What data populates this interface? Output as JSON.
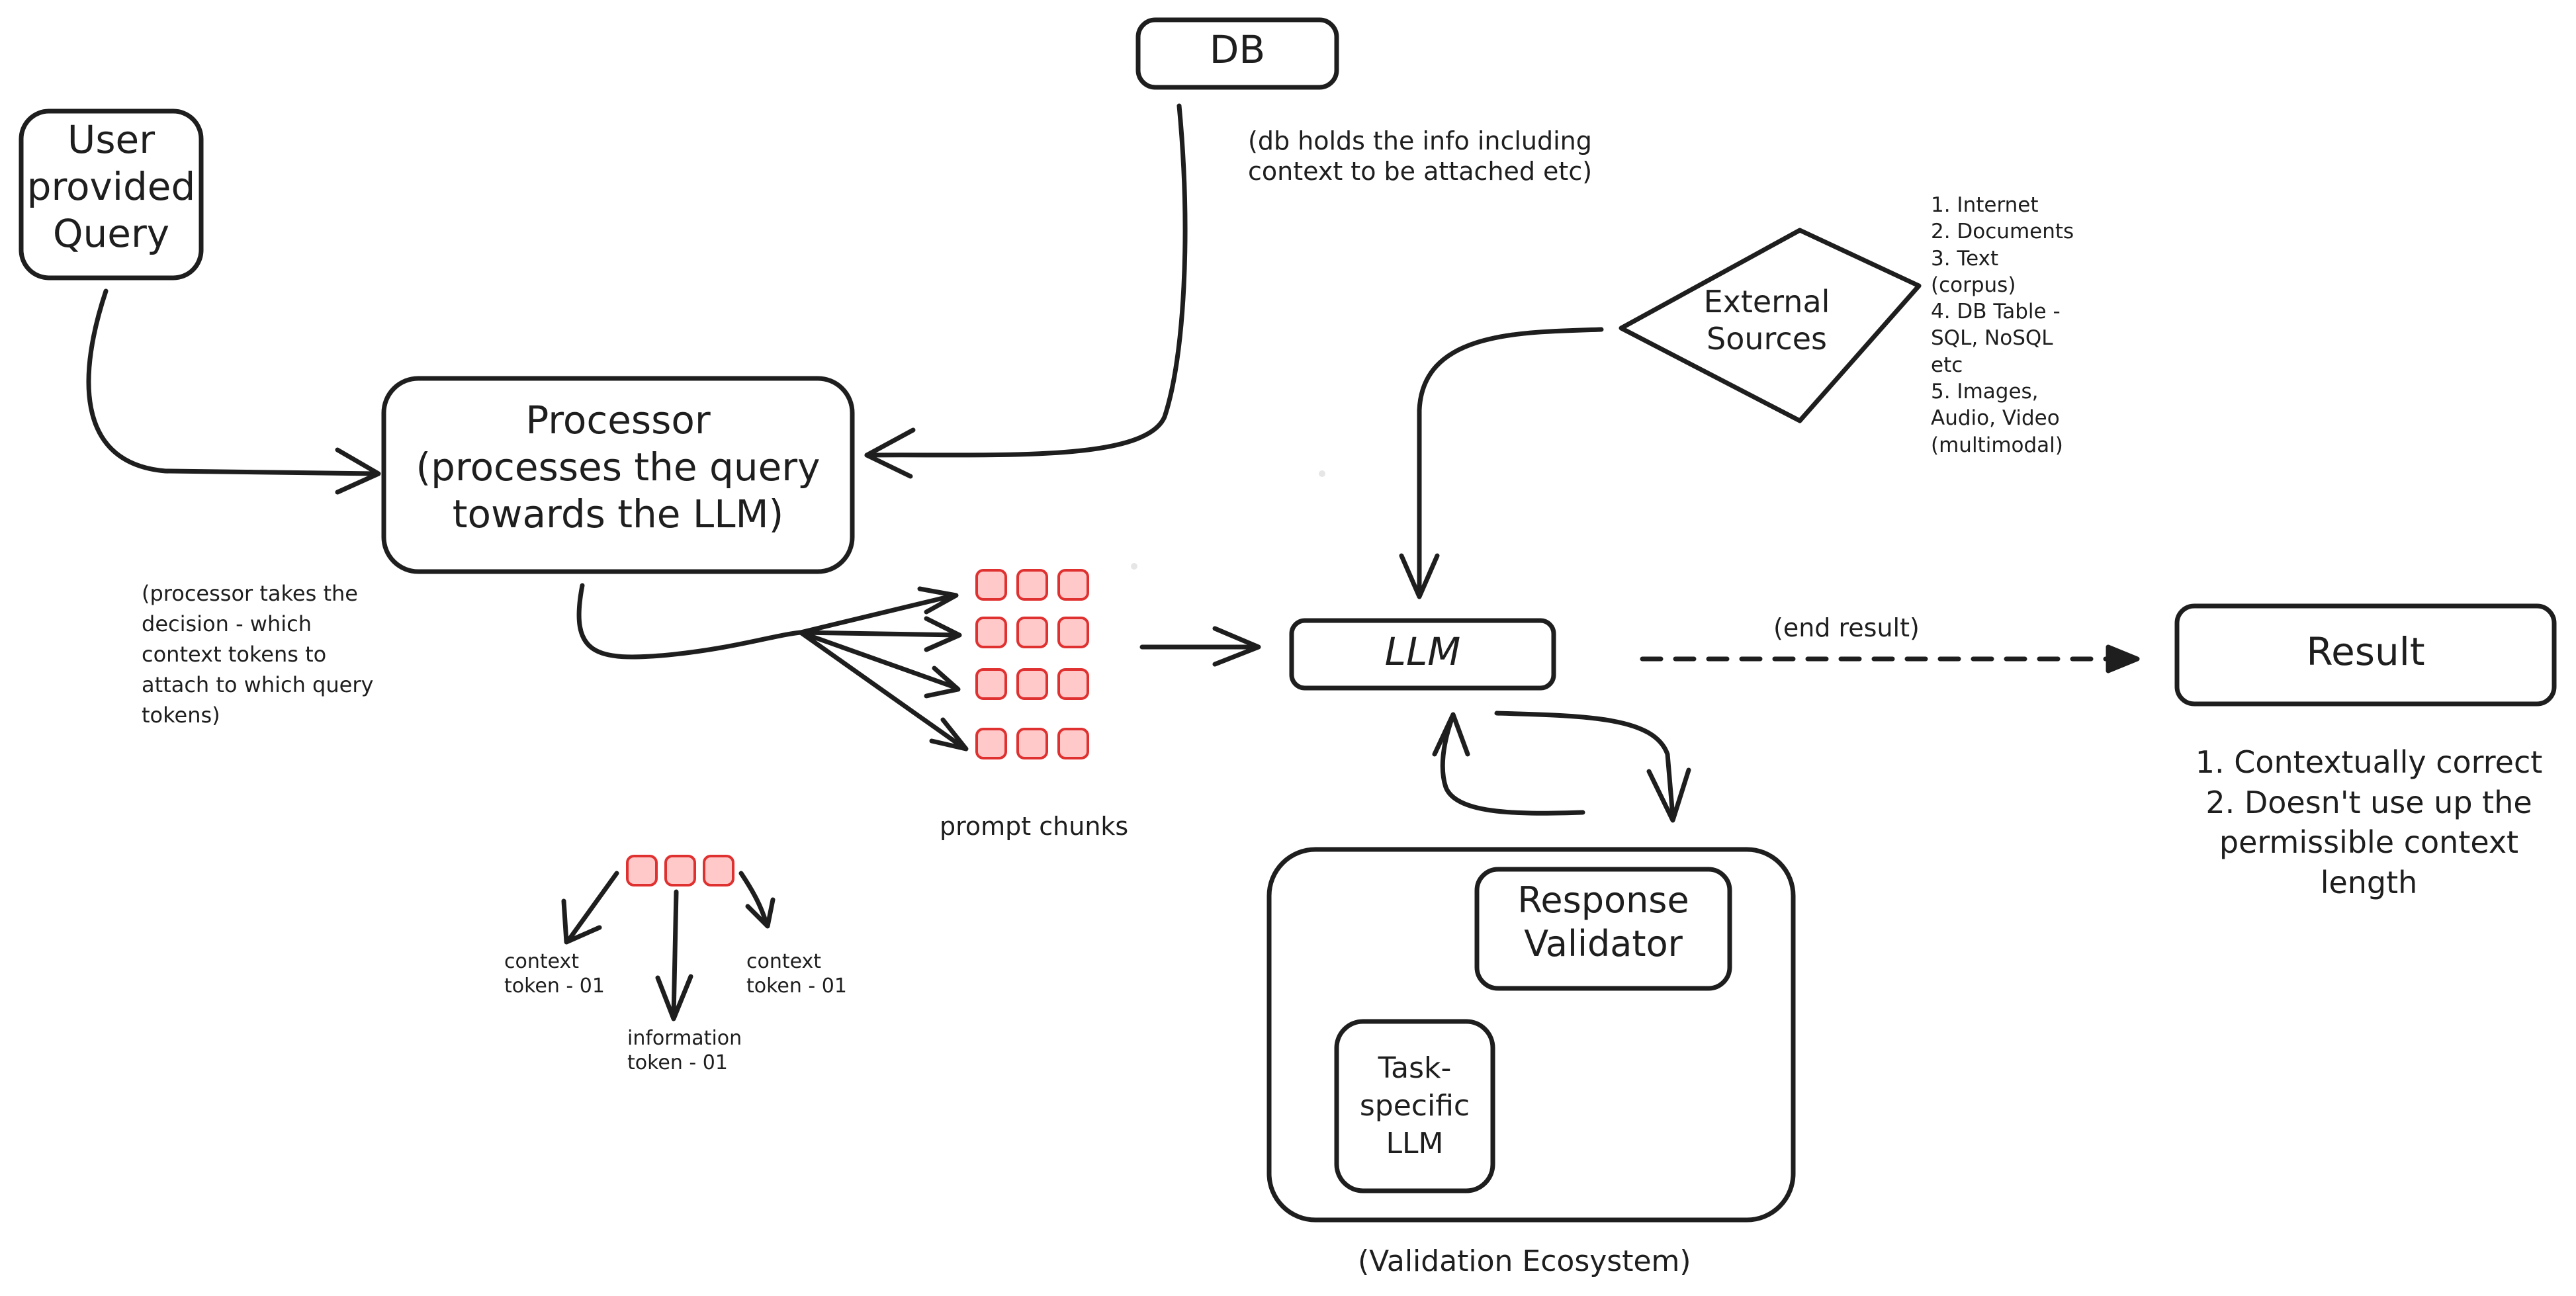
{
  "nodes": {
    "user_query": "User\nprovided\nQuery",
    "processor": "Processor\n(processes the query\ntowards the LLM)",
    "db": "DB",
    "external_sources": "External\nSources",
    "llm": "LLM",
    "result": "Result",
    "response_validator": "Response\nValidator",
    "task_llm": "Task-\nspecific\nLLM"
  },
  "notes": {
    "db_note": "(db holds the info including\ncontext to be attached etc)",
    "processor_note": "(processor takes the\ndecision - which\ncontext tokens to\nattach to which query\ntokens)",
    "sources_list": "1. Internet\n2. Documents\n3. Text\n(corpus)\n4. DB Table -\nSQL, NoSQL\netc\n5. Images,\nAudio, Video\n(multimodal)",
    "end_result": "(end result)",
    "prompt_chunks": "prompt chunks",
    "result_criteria": "1. Contextually correct\n2. Doesn't use up the\npermissible context\nlength",
    "validation_ecosystem": "(Validation Ecosystem)",
    "context_token_left": "context\ntoken - 01",
    "context_token_right": "context\ntoken - 01",
    "information_token": "information\ntoken - 01"
  },
  "colors": {
    "stroke": "#1e1e1e",
    "token_fill": "#ffc9c9",
    "token_stroke": "#e03131"
  }
}
